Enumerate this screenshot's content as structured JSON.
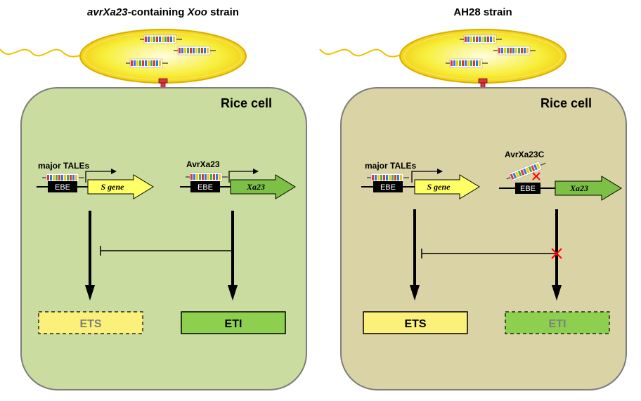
{
  "left_panel": {
    "title_italic_1": "avrXa23",
    "title_mid": "-containing ",
    "title_italic_2": "Xoo",
    "title_end": " strain",
    "cell_label": "Rice cell",
    "tale_label_left": "major TALEs",
    "tale_label_right": "AvrXa23",
    "ebe_left": "EBE",
    "ebe_right": "EBE",
    "gene_left": "S gene",
    "gene_right": "Xa23",
    "ets_label": "ETS",
    "eti_label": "ETI"
  },
  "right_panel": {
    "title": "AH28 strain",
    "cell_label": "Rice cell",
    "tale_label_left": "major TALEs",
    "tale_label_right": "AvrXa23C",
    "ebe_left": "EBE",
    "ebe_right": "EBE",
    "gene_left": "S gene",
    "gene_right": "Xa23",
    "ets_label": "ETS",
    "eti_label": "ETI"
  },
  "colors": {
    "cell_left": "#cadc9f",
    "cell_right": "#d9d3a5",
    "bacterium": "#f6ee3a",
    "s_gene": "#ffff66",
    "xa23_gene": "#7cc145",
    "ets_fill": "#fbf07a",
    "eti_fill": "#8dcf4e",
    "inactive_text": "#7f7f7f",
    "inhibition_mark": "#ff0000"
  }
}
